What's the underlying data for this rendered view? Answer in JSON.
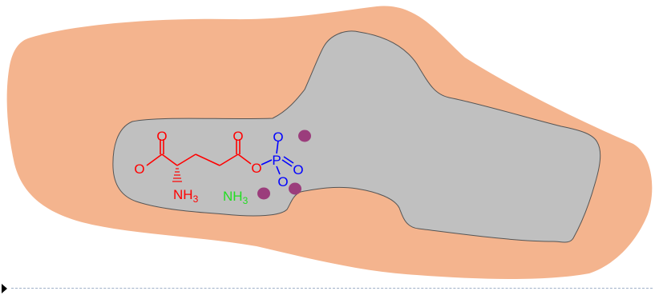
{
  "colors": {
    "protein": "#f4b48e",
    "pocket": "#c0c0c0",
    "pocket_outline": "#555555",
    "glutamate": "#ff0000",
    "phosphate": "#0000ff",
    "ammonia": "#22dd22",
    "metal_ion": "#9b3d7c"
  },
  "labels": {
    "amine": "NH",
    "amine_sub": "3",
    "ammonia": "NH",
    "ammonia_sub": "3",
    "oxygen": "O",
    "phosphorus": "P"
  }
}
